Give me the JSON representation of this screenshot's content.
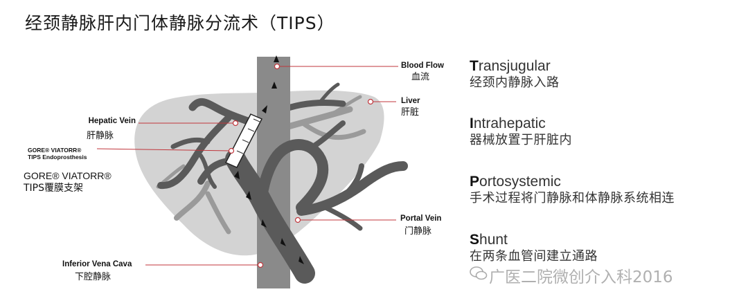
{
  "title": "经颈静脉肝内门体静脉分流术（TIPS）",
  "labels": {
    "blood_flow_en": "Blood Flow",
    "blood_flow_zh": "血流",
    "liver_en": "Liver",
    "liver_zh": "肝脏",
    "hepatic_vein_en": "Hepatic Vein",
    "hepatic_vein_zh": "肝静脉",
    "gore_small_1": "GORE® VIATORR®",
    "gore_small_2": "TIPS Endoprosthesis",
    "gore_big_1": "GORE® VIATORR®",
    "gore_big_2": "TIPS覆膜支架",
    "portal_vein_en": "Portal Vein",
    "portal_vein_zh": "门静脉",
    "ivc_en": "Inferior Vena Cava",
    "ivc_zh": "下腔静脉"
  },
  "tips": [
    {
      "initial": "T",
      "rest": "ransjugular",
      "desc": "经颈内静脉入路"
    },
    {
      "initial": "I",
      "rest": "ntrahepatic",
      "desc": "器械放置于肝脏内"
    },
    {
      "initial": "P",
      "rest": "ortosystemic",
      "desc": "手术过程将门静脉和体静脉系统相连"
    },
    {
      "initial": "S",
      "rest": "hunt",
      "desc": "在两条血管间建立通路"
    }
  ],
  "watermark": "广医二院微创介入科2016",
  "colors": {
    "liver": "#d3d3d3",
    "vessel": "#5a5a5a",
    "ivc": "#8a8a8a",
    "pointer": "#c0353b"
  }
}
